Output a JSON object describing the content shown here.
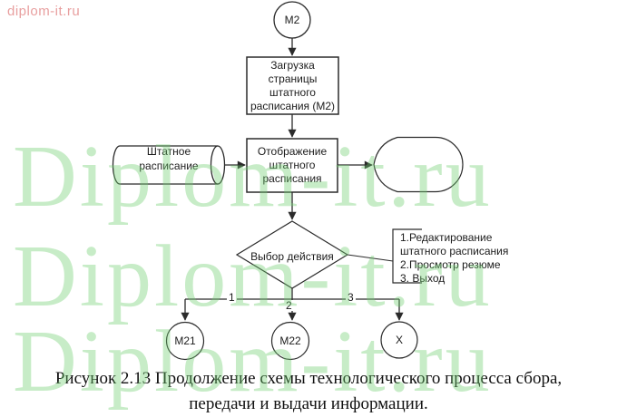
{
  "brand": {
    "corner_text": "diplom-it.ru",
    "corner_color": "#e89f9f"
  },
  "watermark": {
    "text": "Diplom-it.ru",
    "color": "#6fcf6f",
    "row_count": 3
  },
  "flowchart": {
    "start_node": "М2",
    "process_load": "Загрузка\nстраницы\nштатного\nрасписания (М2)",
    "datastore": "Штатное\nрасписание",
    "process_display": "Отображение\nштатного\nрасписания",
    "decision": "Выбор действия",
    "annotation": "1.Редактирование\nштатного расписания\n2.Просмотр резюме\n3. Выход",
    "branch_labels": [
      "1",
      "2",
      "3"
    ],
    "end_nodes": [
      "М21",
      "М22",
      "Х"
    ],
    "line_color": "#2b2b2b"
  },
  "caption": "Рисунок 2.13 Продолжение схемы технологического процесса сбора,\nпередачи и выдачи информации."
}
